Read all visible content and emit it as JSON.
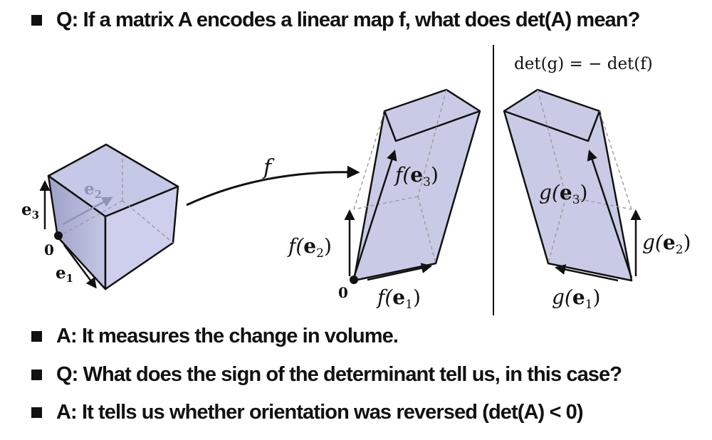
{
  "bullets": {
    "q1": "Q: If a matrix A encodes a linear map f, what does det(A) mean?",
    "a1": "A: It measures the change in volume.",
    "q2": "Q: What does the sign of the determinant tell us, in this case?",
    "a2": "A: It tells us whether orientation was reversed (det(A) < 0)"
  },
  "diagram": {
    "equation": "det(g) = − det(f)",
    "map_label": "f",
    "origin_label": "0",
    "cube": {
      "e1": "e",
      "e1_sub": "1",
      "e2": "e",
      "e2_sub": "2",
      "e3": "e",
      "e3_sub": "3"
    },
    "f_image": {
      "fe1_fn": "f(",
      "fe1_vec": "e",
      "fe1_sub": "1",
      "fe1_close": ")",
      "fe2_fn": "f(",
      "fe2_vec": "e",
      "fe2_sub": "2",
      "fe2_close": ")",
      "fe3_fn": "f(",
      "fe3_vec": "e",
      "fe3_sub": "3",
      "fe3_close": ")"
    },
    "g_image": {
      "ge1_fn": "g(",
      "ge1_vec": "e",
      "ge1_sub": "1",
      "ge1_close": ")",
      "ge2_fn": "g(",
      "ge2_vec": "e",
      "ge2_sub": "2",
      "ge2_close": ")",
      "ge3_fn": "g(",
      "ge3_vec": "e",
      "ge3_sub": "3",
      "ge3_close": ")"
    },
    "colors": {
      "fill": "#c9cbe6",
      "fill_dark": "#b4b6d6",
      "edge": "#111111",
      "hidden": "#9a9a9a"
    }
  }
}
